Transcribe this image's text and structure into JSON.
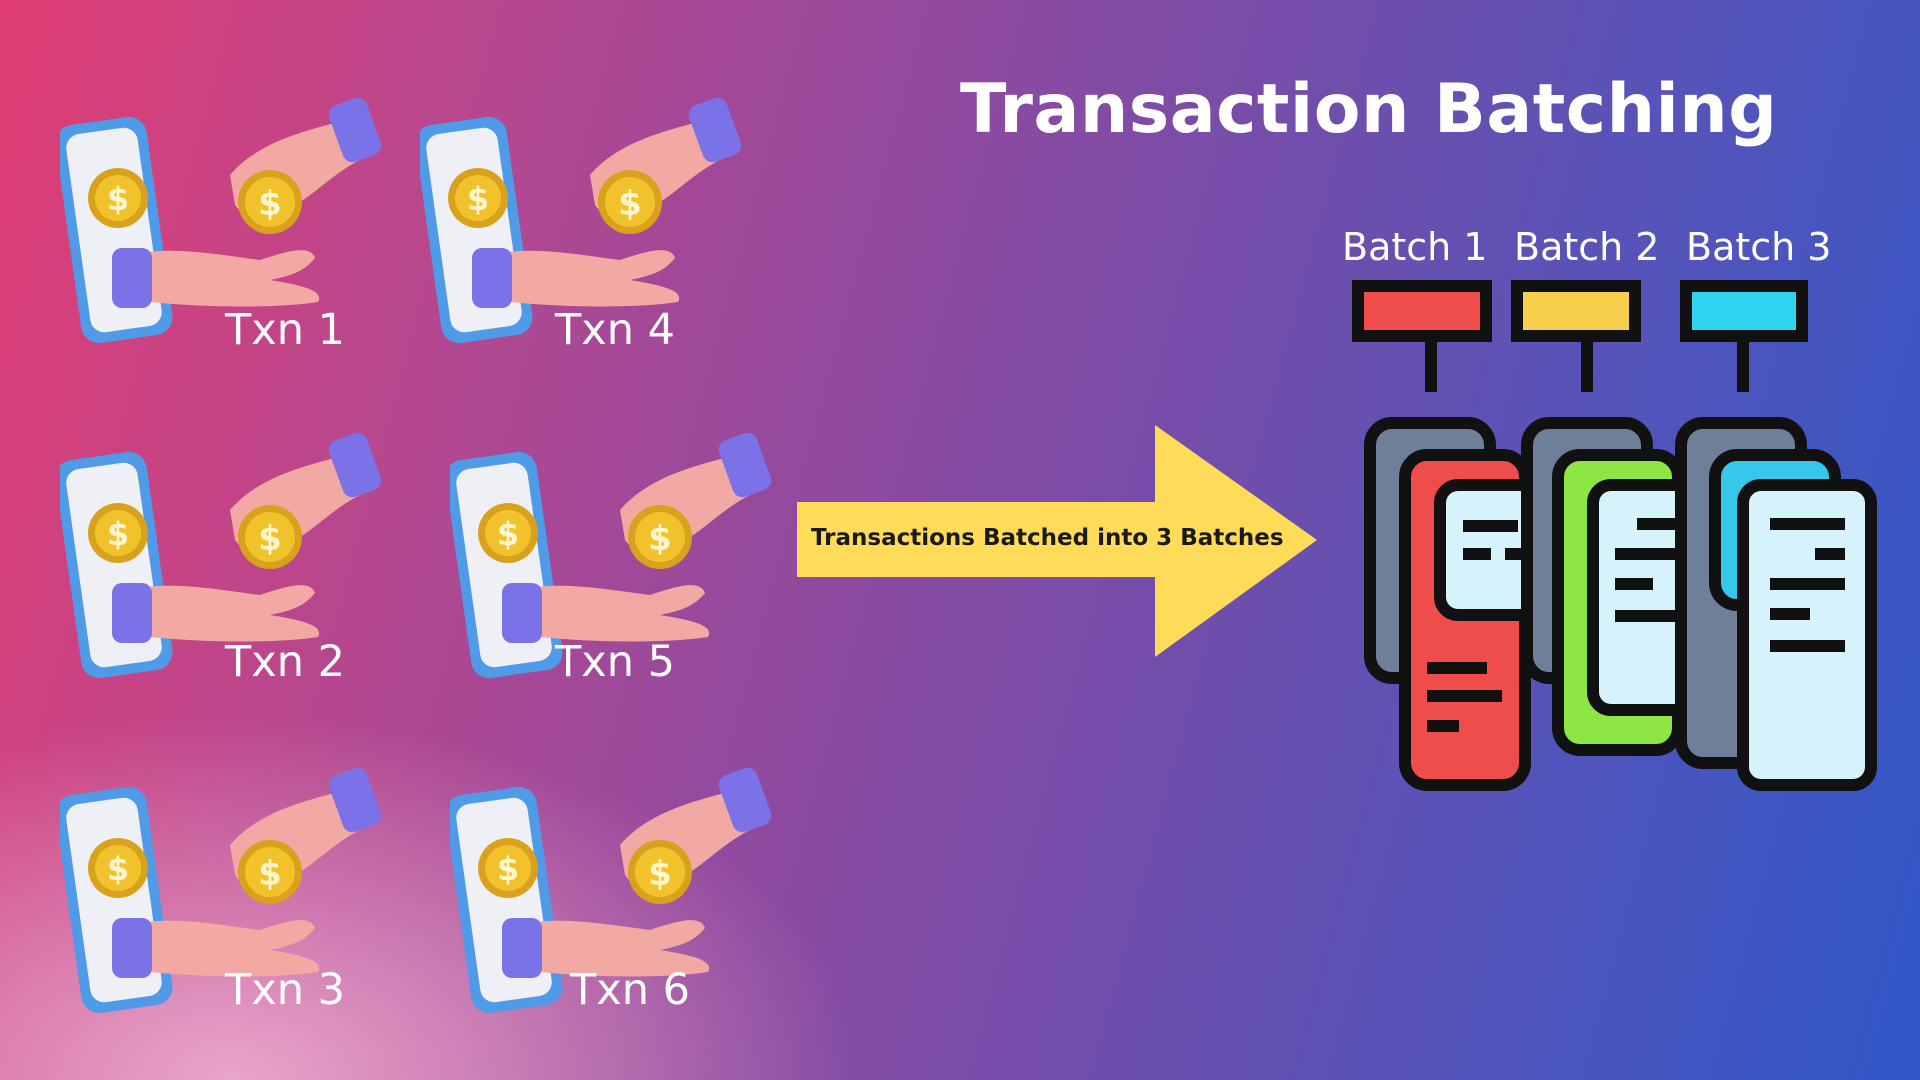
{
  "title": "Transaction Batching",
  "transactions": [
    {
      "label": "Txn 1"
    },
    {
      "label": "Txn 2"
    },
    {
      "label": "Txn 3"
    },
    {
      "label": "Txn 4"
    },
    {
      "label": "Txn 5"
    },
    {
      "label": "Txn 6"
    }
  ],
  "arrow_label": "Transactions Batched into 3 Batches",
  "batches": [
    {
      "label": "Batch 1",
      "color": "#ef4c4c"
    },
    {
      "label": "Batch 2",
      "color": "#f7cf4d"
    },
    {
      "label": "Batch 3",
      "color": "#2fd2ef"
    }
  ],
  "colors": {
    "arrow": "#fedc59",
    "server_gray": "#6f7f99",
    "server_green": "#8ee644",
    "server_cyan": "#35c8ea",
    "doc": "#d6f3fb",
    "hand": "#f2a9a4",
    "cuff": "#7a72e6",
    "coin": "#f2c22d",
    "phone": "#4f9be8"
  },
  "icons": [
    "phone-payment-icon",
    "coin-icon",
    "hand-icon",
    "arrow-right-icon",
    "server-batch-icon"
  ]
}
